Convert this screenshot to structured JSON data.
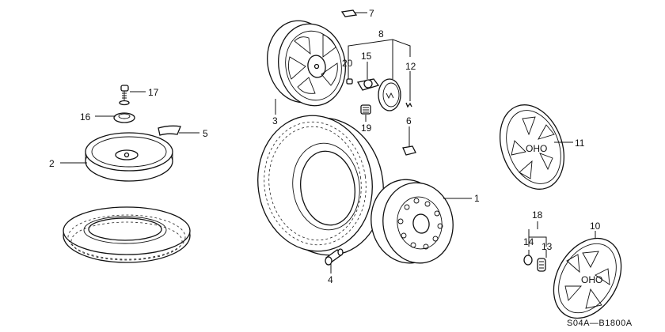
{
  "diagram_code": "S04A—B1800A",
  "callouts": {
    "c1": "1",
    "c2": "2",
    "c3": "3",
    "c4": "4",
    "c5": "5",
    "c6": "6",
    "c7": "7",
    "c8": "8",
    "c10": "10",
    "c11": "11",
    "c12": "12",
    "c13": "13",
    "c14": "14",
    "c15": "15",
    "c16": "16",
    "c17": "17",
    "c18": "18",
    "c19": "19",
    "c20": "20"
  }
}
